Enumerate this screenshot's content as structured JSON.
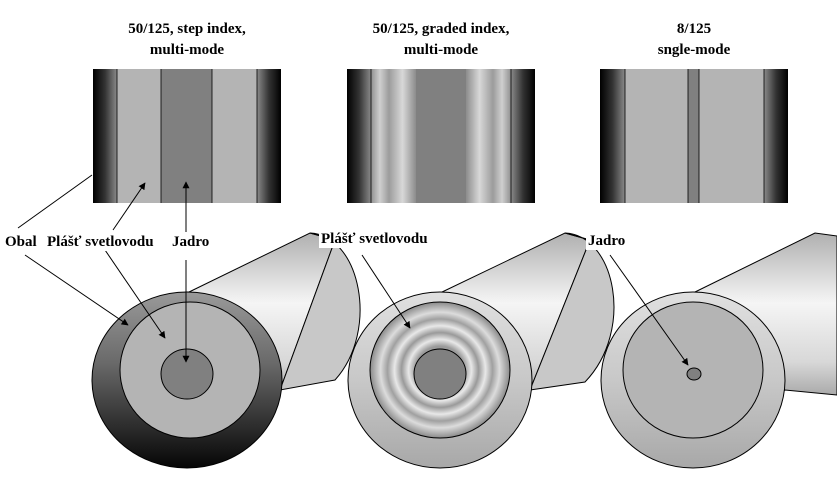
{
  "titles": [
    {
      "line1": "50/125, step index,",
      "line2": "multi-mode"
    },
    {
      "line1": "50/125, graded index,",
      "line2": "multi-mode"
    },
    {
      "line1": "8/125",
      "line2": "sngle-mode"
    }
  ],
  "labels": {
    "jacket": "Obal",
    "cladding": "Plášť svetlovodu",
    "core": "Jadro",
    "cladding_2": "Plášť svetlovodu",
    "core_3": "Jadro"
  },
  "colors": {
    "jacket_dark": "#000000",
    "jacket_light": "#aaaaaa",
    "cladding": "#b4b4b4",
    "core": "#808080",
    "outline": "#000000"
  }
}
